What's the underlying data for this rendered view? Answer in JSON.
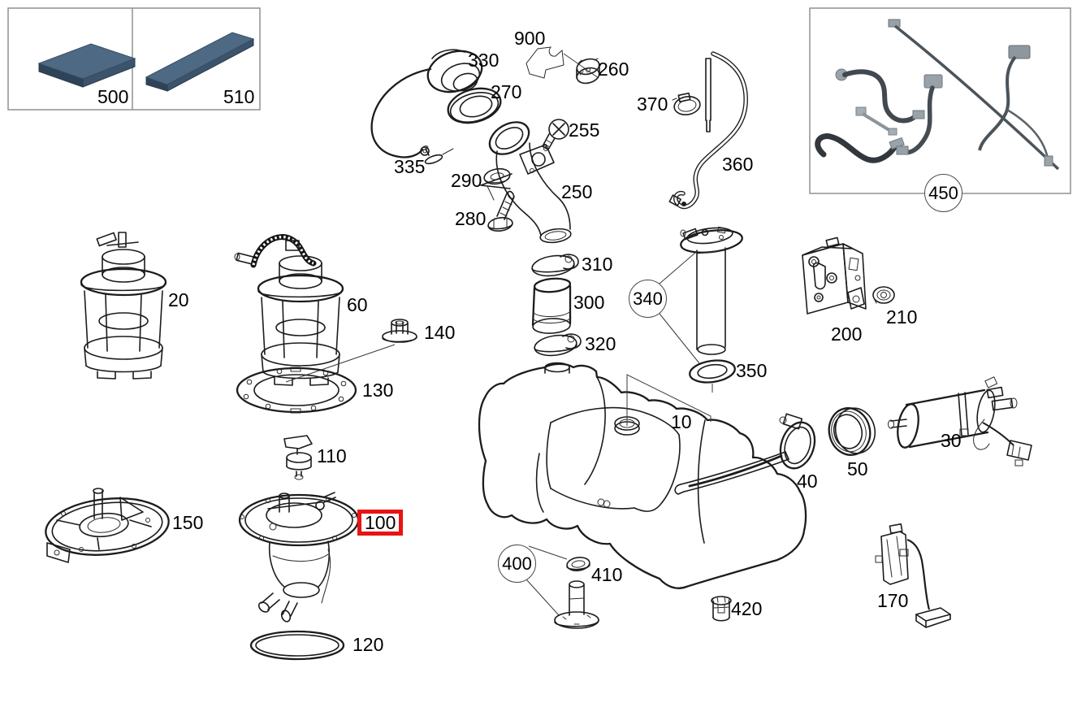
{
  "diagram": {
    "kind": "exploded-parts-diagram-fuel-tank-system",
    "highlighted_part": "100",
    "colors": {
      "line": "#1c1c1c",
      "highlight_box": "#e81313",
      "inset_border": "#909090",
      "inset_part_top": "#4d6983",
      "inset_part_side_dark": "#2f4358",
      "inset_part_side": "#3b536b",
      "hose_dark": "#41484f",
      "hose_mid": "#5a626a",
      "connector_gray": "#9aa3aa"
    },
    "labels": {
      "p10": "10",
      "p20": "20",
      "p30": "30",
      "p40": "40",
      "p50": "50",
      "p60": "60",
      "p100": "100",
      "p110": "110",
      "p120": "120",
      "p130": "130",
      "p140": "140",
      "p150": "150",
      "p170": "170",
      "p200": "200",
      "p210": "210",
      "p250": "250",
      "p255": "255",
      "p260": "260",
      "p270": "270",
      "p280": "280",
      "p290": "290",
      "p300": "300",
      "p310": "310",
      "p320": "320",
      "p330": "330",
      "p335": "335",
      "p340": "340",
      "p350": "350",
      "p360": "360",
      "p370": "370",
      "p400": "400",
      "p410": "410",
      "p420": "420",
      "p450": "450",
      "p500": "500",
      "p510": "510",
      "p900": "900"
    }
  }
}
